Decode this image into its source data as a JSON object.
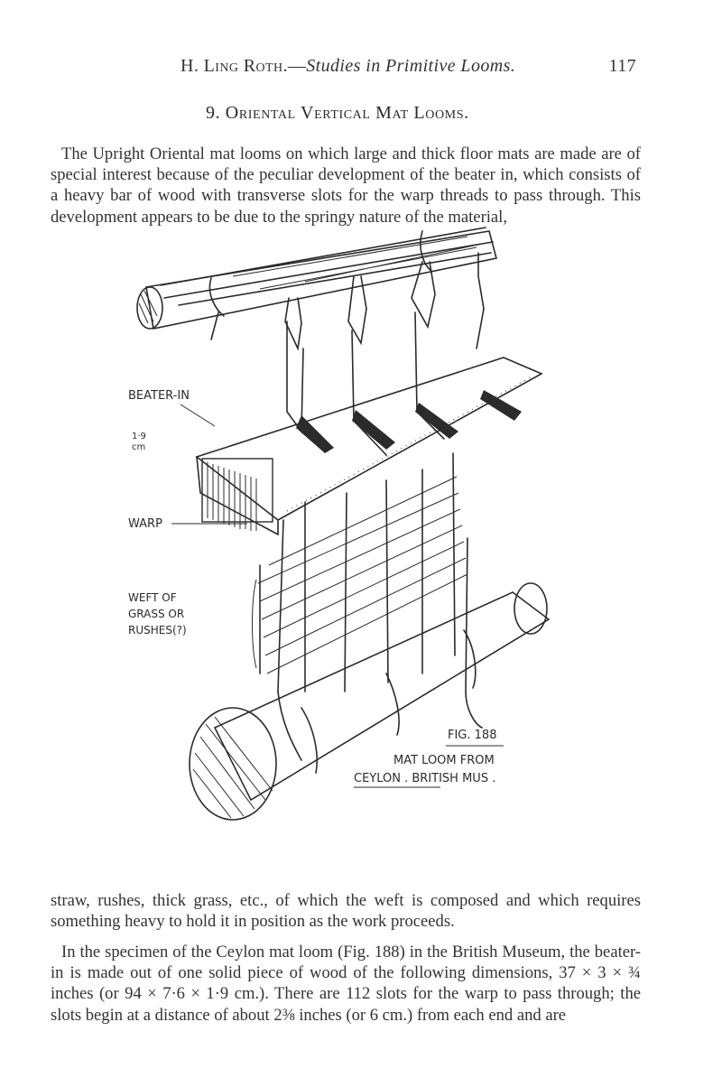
{
  "header": {
    "author": "H. Ling Roth.",
    "title": "Studies in Primitive Looms.",
    "page_number": "117"
  },
  "section_heading": "9. Oriental Vertical Mat Looms.",
  "paragraphs": {
    "intro": "The Upright Oriental mat looms on which large and thick floor mats are made are of special interest because of the peculiar development of the beater in, which consists of a heavy bar of wood with transverse slots for the warp threads to pass through. This development appears to be due to the springy nature of the material,",
    "continuation": "straw, rushes, thick grass, etc., of which the weft is composed and which requires something heavy to hold it in position as the work proceeds.",
    "specimen": "In the specimen of the Ceylon mat loom (Fig. 188) in the British Museum, the beater-in is made out of one solid piece of wood of the following dimensions, 37 × 3 × ¾ inches (or 94 × 7·6 × 1·9 cm.). There are 112 slots for the warp to pass through; the slots begin at a distance of about 2⅜ inches (or 6 cm.) from each end and are"
  },
  "figure": {
    "label_beater": "BEATER-IN",
    "label_scale_num": "1·9",
    "label_scale_unit": "cm",
    "label_warp": "WARP",
    "label_weft_1": "WEFT OF",
    "label_weft_2": "GRASS OR",
    "label_weft_3": "RUSHES(?)",
    "fig_number": "FIG. 188",
    "caption_1": "MAT LOOM FROM",
    "caption_2": "CEYLON . BRITISH MUS ."
  }
}
